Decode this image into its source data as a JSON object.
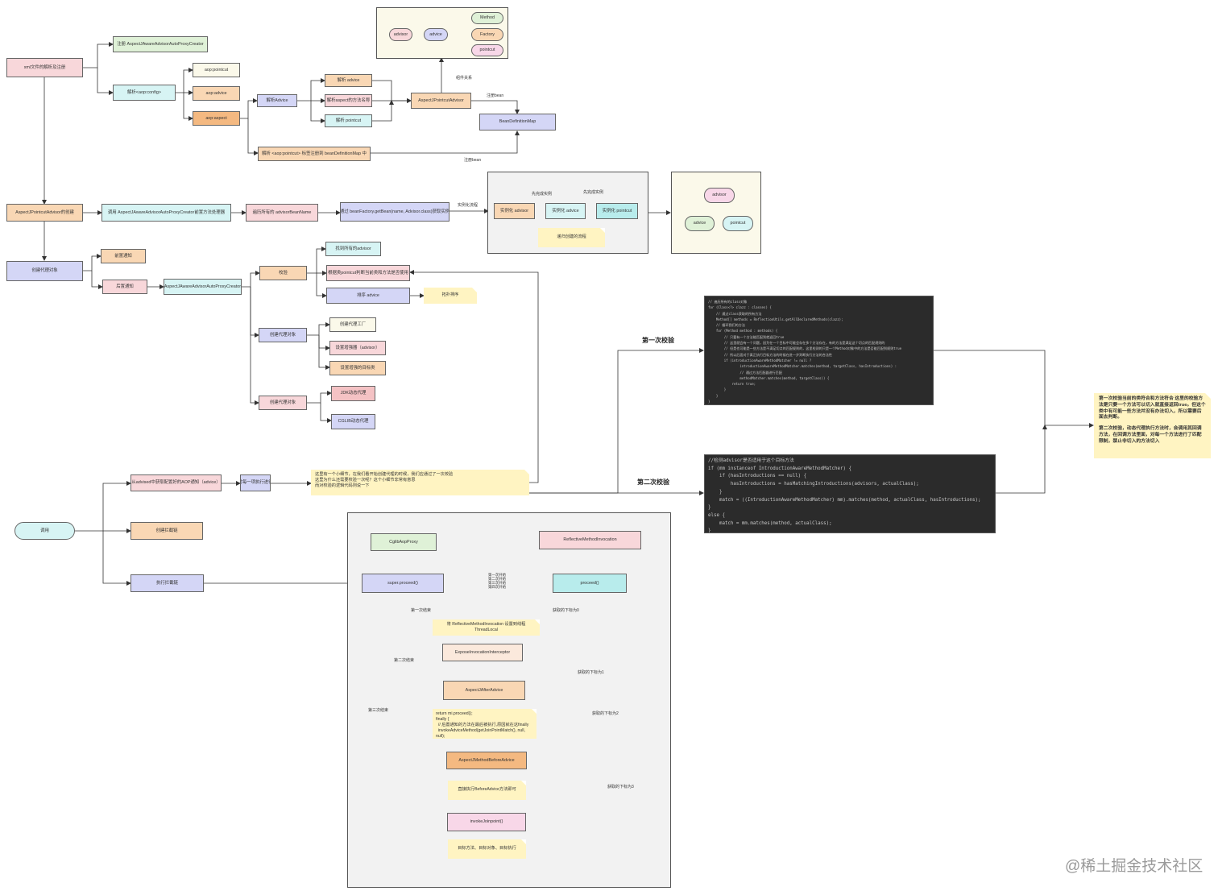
{
  "colors": {
    "peach": "#f9d7b4",
    "pink": "#f8d7da",
    "blue": "#d4d6f6",
    "cyan": "#d7f4f4",
    "green": "#dff1d7",
    "orange": "#f4b981",
    "lavender": "#d4d6f6",
    "rose": "#f4c2c4",
    "note": "#fff4c2",
    "panel": "#f2f2f2",
    "cream": "#fbf9ea",
    "code": "#2b2b2b"
  },
  "nodes": {
    "xml": "xml文件的解析及注册",
    "reg_creator": "注册 AspectJAwareAdvisorAutoProxyCreator",
    "parse_aopconfig": "解析<aop:config>",
    "aop_pointcut": "aop:pointcut",
    "aop_advice": "aop:advice",
    "aop_aspect": "aop:aspect",
    "parse_advice": "解析Advice",
    "parse_advice_sub": "解析 advice",
    "parse_aspect_method": "解析aspect的方法名称",
    "parse_pointcut_sub": "解析 pointcut",
    "parse_pointcut_reg": "解析 <aop:pointcut> 标签注册到 beanDefinitionMap 中",
    "aspectj_pc_advisor": "AspectJPointcutAdvisor",
    "bean_def_map": "BeanDefinitionMap",
    "advisor_create": "AspectJPointcutAdvisor的创建",
    "call_creator": "调用 AspectJAwareAdvisorAutoProxyCreator前置方法处理器",
    "get_advisor_names": "遍历所有的 advisorBeanName",
    "get_bean": "通过 beanFactory.getBean(name, Advisor.class)获取实例",
    "create_proxy": "创建代理对象",
    "pre_notify": "前置通知",
    "post_notify": "后置通知",
    "aspectj_creator": "AspectJAwareAdvisorAutoProxyCreator",
    "check": "校验",
    "find_all_advisor": "找到所有的advisor",
    "match_pointcut": "根据类pointcut判断当前类和方法是否使用",
    "sort_advice": "排序 advice",
    "create_proxy_obj": "创建代理对象",
    "create_factory": "创建代理工厂",
    "set_advisor": "设置增强器（advisor）",
    "set_target": "设置增强的目标类",
    "create_proxy_obj2": "创建代理对象",
    "jdk_proxy": "JDK动态代理",
    "cglib_proxy": "CGLIB动态代理",
    "call": "调用",
    "get_chain": "从advised中获取配置好的AOP通知（advice）",
    "check_method": "对每一项执行进行",
    "create_chain": "创建拦截链",
    "exec_chain": "执行拦截链"
  },
  "sort_note": "拓扑排序",
  "struct": {
    "advisor": "advisor",
    "advice": "advice",
    "method": "Method",
    "factory": "Factory",
    "pointcut": "pointcut",
    "label_compose": "组件关系",
    "label_reg1": "注册bean",
    "label_reg2": "注册bean"
  },
  "inst": {
    "label": "实例化流程",
    "a1": "实例化 advisor",
    "a2": "实例化 advice",
    "a3": "实例化 pointcut",
    "e1": "先完成实例",
    "e2": "先完成实例",
    "note": "递归创建的流程"
  },
  "tree": {
    "advisor": "advisor",
    "advice": "advice",
    "pointcut": "pointcut"
  },
  "mid_note": "这里有一个小细节，在我们看开始创建代理的时候，我们应通过了一次校验\n这里为什么还需要校验一次呢？这个小细节非常有意思\n而对校验的逻辑代码则说一下",
  "check_labels": {
    "first": "第一次校验",
    "second": "第二次校验"
  },
  "conclusion": {
    "p1": "第一次校验当前的类符合和方法符合\n这里的校验方法是只要一个方法可以切入就直接返回true。但这个类中有可能一些方法并没有办法切入，所以需要后面去判断。",
    "p2": "第二次校验，动态代理执行方法时，会调用其回调方法，在回调方法里面，对每一个方法进行了匹配限制，禁止非切入的方法切入"
  },
  "code1": [
    "// 遍历所有的class对象",
    "for (Class<?> clazz : classes) {",
    "    // 通过class获取的所有方法",
    "    Method[] methods = ReflectionUtils.getAllDeclaredMethods(clazz);",
    "    // 循环我们的方法",
    "    for (Method method : methods) {",
    "        // 只要有一个方法能匹配到就返回true",
    "        // 这里就会有一个问题，因为在一个目标中可能会存在多个方法存在，有的方法是满足这个切点的匹配规则的",
    "        // 但是也可能是一些方法是不满足切点的匹配规则的，这里检测的只是一个Method对象中的方法是否能匹配到规则true",
    "        // 所以后面对于真正执行目标方法的时候在进一步判断执行方法的合法性",
    "        if (introductionAwareMethodMatcher != null ?",
    "                introductionAwareMethodMatcher.matches(method, targetClass, hasIntroductions) :",
    "                // 通过方法匹配器进行匹配",
    "                methodMatcher.matches(method, targetClass)) {",
    "            return true;",
    "        }",
    "    }",
    "}"
  ],
  "code2": [
    "//检测advisor是否适用于这个目标方法",
    "if (mm instanceof IntroductionAwareMethodMatcher) {",
    "    if (hasIntroductions == null) {",
    "        hasIntroductions = hasMatchingIntroductions(advisors, actualClass);",
    "    }",
    "    match = ((IntroductionAwareMethodMatcher) mm).matches(method, actualClass, hasIntroductions);",
    "}",
    "else {",
    "    match = mm.matches(method, actualClass);",
    "}"
  ],
  "exec": {
    "cglib": "CglibAopProxy",
    "rmi": "ReflectiveMethodInvocation",
    "super_proceed": "super.proceed()",
    "proceed": "proceed()",
    "start1": "第一次开始",
    "start2": "第二次开始",
    "start3": "第三次开始",
    "start4": "第四次开始",
    "end1": "第一次结束",
    "end2": "第二次结束",
    "end3": "第三次结束",
    "get0": "获取的下标为0",
    "get1": "获取的下标为1",
    "get2": "获取的下标为2",
    "get3": "获取的下标为3",
    "threadlocal_note": "将 ReflectiveMethodInvocation 设置到线程ThreadLocal",
    "expose": "ExposeInvocationInterceptor",
    "after": "AspectJAfterAdvice",
    "finally_note": "return mi.proceed();\nfinally {\n  // 后置通知的方法在最后被执行,原因就在这finally\n  invokeAdviceMethod(getJoinPointMatch(), null, null);\n}",
    "before": "AspectJMethodBeforeAdvice",
    "before_note": "直接执行BeforeAdvice方法即可",
    "invoke": "invokeJoinpoint()",
    "target_note": "目标方法、目标对象、目标执行"
  },
  "watermark": "@稀土掘金技术社区"
}
